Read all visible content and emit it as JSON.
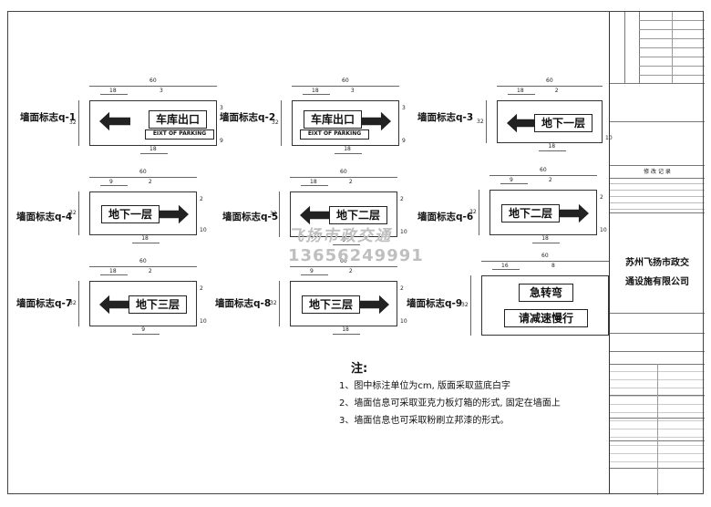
{
  "signs": [
    {
      "id": "q1",
      "label": "墙面标志q-1",
      "layout": "left-arrow",
      "text": "车库出口",
      "sub": "EIXT OF PARKING",
      "dims": {
        "width": "60",
        "height": "32",
        "a": "18",
        "b": "3",
        "c": "18",
        "d": "3",
        "e": "9"
      }
    },
    {
      "id": "q2",
      "label": "墙面标志q-2",
      "layout": "right-arrow",
      "text": "车库出口",
      "sub": "EIXT OF PARKING",
      "dims": {
        "width": "60",
        "height": "32",
        "a": "18",
        "b": "3",
        "c": "18",
        "d": "3",
        "e": "9"
      }
    },
    {
      "id": "q3",
      "label": "墙面标志q-3",
      "layout": "left-arrow",
      "text": "地下一层",
      "sub": "",
      "dims": {
        "width": "60",
        "height": "32",
        "a": "18",
        "b": "2",
        "c": "18",
        "d": "",
        "e": "10"
      }
    },
    {
      "id": "q4",
      "label": "墙面标志q-4",
      "layout": "right-arrow",
      "text": "地下一层",
      "sub": "",
      "dims": {
        "width": "60",
        "height": "32",
        "a": "9",
        "b": "2",
        "c": "18",
        "d": "2",
        "e": "10"
      }
    },
    {
      "id": "q5",
      "label": "墙面标志q-5",
      "layout": "left-arrow",
      "text": "地下二层",
      "sub": "",
      "dims": {
        "width": "60",
        "height": "32",
        "a": "18",
        "b": "2",
        "c": "9",
        "d": "2",
        "e": "10"
      }
    },
    {
      "id": "q6",
      "label": "墙面标志q-6",
      "layout": "right-arrow",
      "text": "地下二层",
      "sub": "",
      "dims": {
        "width": "60",
        "height": "32",
        "a": "9",
        "b": "2",
        "c": "18",
        "d": "2",
        "e": "10"
      }
    },
    {
      "id": "q7",
      "label": "墙面标志q-7",
      "layout": "left-arrow",
      "text": "地下三层",
      "sub": "",
      "dims": {
        "width": "60",
        "height": "32",
        "a": "18",
        "b": "2",
        "c": "9",
        "d": "2",
        "e": "10"
      }
    },
    {
      "id": "q8",
      "label": "墙面标志q-8",
      "layout": "right-arrow",
      "text": "地下三层",
      "sub": "",
      "dims": {
        "width": "60",
        "height": "32",
        "a": "9",
        "b": "2",
        "c": "18",
        "d": "2",
        "e": "10"
      }
    },
    {
      "id": "q9",
      "label": "墙面标志q-9",
      "layout": "text-only",
      "text": "急转弯",
      "sub": "",
      "text2": "请减速慢行",
      "dims": {
        "width": "60",
        "height": "32",
        "a": "16",
        "b": "8",
        "c": "",
        "d": "",
        "e": ""
      }
    }
  ],
  "notes": {
    "title": "注:",
    "lines": [
      "1、图中标注单位为cm, 版面采取蓝底白字",
      "2、墙面信息可采取亚克力板灯箱的形式, 固定在墙面上",
      "3、墙面信息也可采取粉刷立邦漆的形式。"
    ]
  },
  "watermark": {
    "name": "飞扬市政交通",
    "phone": "13656249991"
  },
  "title_block": {
    "company_line1": "苏州飞扬市政交",
    "company_line2": "通设施有限公司",
    "section_revision": "修 改 记 录"
  }
}
